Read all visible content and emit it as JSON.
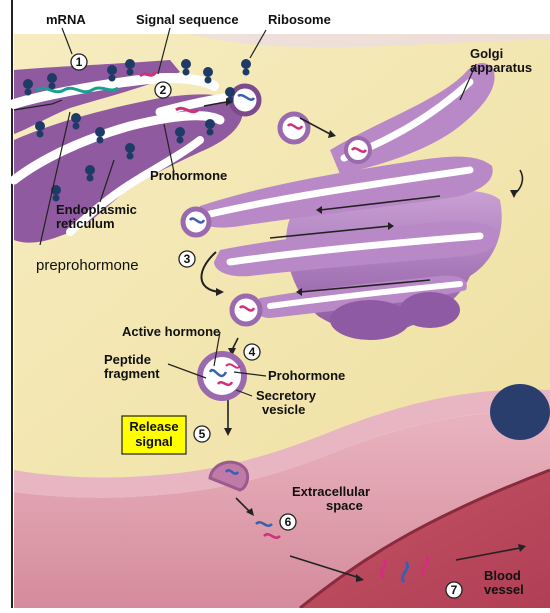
{
  "labels": {
    "mrna": "mRNA",
    "signal_sequence": "Signal sequence",
    "ribosome": "Ribosome",
    "golgi_line1": "Golgi",
    "golgi_line2": "apparatus",
    "prohormone_top": "Prohormone",
    "er_line1": "Endoplasmic",
    "er_line2": "reticulum",
    "preprohormone": "preprohormone",
    "active_hormone": "Active hormone",
    "peptide_line1": "Peptide",
    "peptide_line2": "fragment",
    "prohormone_vesicle": "Prohormone",
    "secretory_line1": "Secretory",
    "secretory_line2": "vesicle",
    "release_line1": "Release",
    "release_line2": "signal",
    "extracellular_line1": "Extracellular",
    "extracellular_line2": "space",
    "blood_line1": "Blood",
    "blood_line2": "vessel"
  },
  "steps": [
    "1",
    "2",
    "3",
    "4",
    "5",
    "6",
    "7"
  ],
  "colors": {
    "cytoplasm": "#f3e6b0",
    "er_membrane": "#7d4a8c",
    "er_lumen": "#ffffff",
    "golgi": "#a978b8",
    "golgi_dark": "#7e4f93",
    "extracellular": "#d99aa8",
    "blood_vessel": "#c9606f",
    "release_box": "#ffff00",
    "ribosome": "#1e3a66",
    "mrna": "#1aa08f",
    "peptide_pink": "#d0307a",
    "peptide_blue": "#3a5fb0"
  }
}
